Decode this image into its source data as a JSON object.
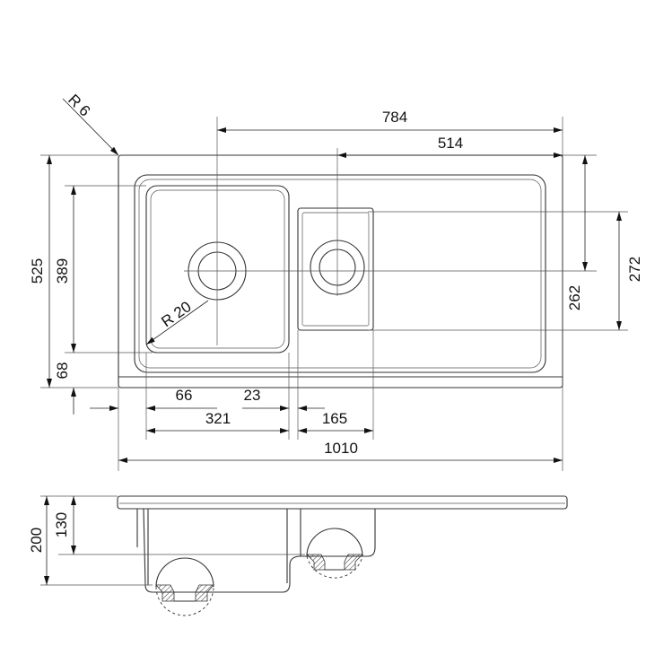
{
  "top_view": {
    "corner_radius": "R 6",
    "bowl_radius": "R 20",
    "dims": {
      "overall_to_main_drain": "784",
      "overall_to_small_drain": "514",
      "depth_total": "525",
      "main_bowl_depth": "389",
      "front_margin": "68",
      "small_bowl_depth": "272",
      "rear_to_drain": "262",
      "left_margin": "66",
      "bowl_gap": "23",
      "main_bowl_width": "321",
      "small_bowl_width": "165",
      "overall_width": "1010"
    }
  },
  "side_view": {
    "dims": {
      "main_bowl_height": "200",
      "small_bowl_height": "130"
    }
  }
}
